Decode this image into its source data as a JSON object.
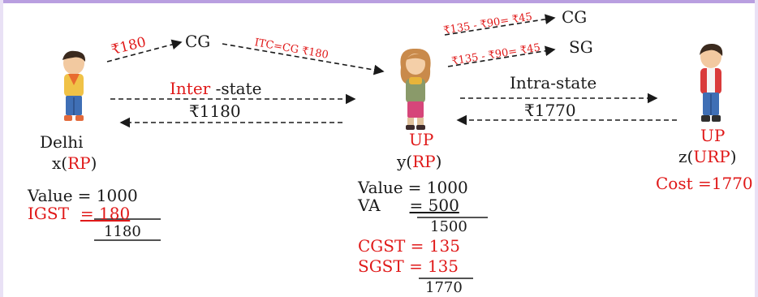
{
  "colors": {
    "accent_red": "#e01919",
    "frame": "#b99fe0"
  },
  "icons": {
    "person_x": "boy-figure-icon",
    "person_y": "girl-figure-icon",
    "person_z": "boy-figure-icon"
  },
  "flows": {
    "x_to_cg": "₹180",
    "cg": "CG",
    "itc_label": "ITC=CG ₹180",
    "cg_label_y": "₹135 - ₹90= ₹45",
    "sg_label_y": "₹135 - ₹90= ₹45",
    "cg_right": "CG",
    "sg_right": "SG",
    "inter_word": "Inter",
    "inter_rest": " -state",
    "inter_amount": "₹1180",
    "intra_label": "Intra-state",
    "intra_amount": "₹1770"
  },
  "x": {
    "place": "Delhi",
    "id_prefix": "x(",
    "id_status": "RP",
    "id_suffix": ")",
    "value_label": "Value",
    "value": "= 1000",
    "igst_label": "IGST",
    "igst": "= 180",
    "total": "1180"
  },
  "y": {
    "place": "UP",
    "id_prefix": "y(",
    "id_status": "RP",
    "id_suffix": ")",
    "value_label": "Value",
    "value": "= 1000",
    "va_label": "VA",
    "va": "= 500",
    "subtotal": "1500",
    "cgst": "CGST = 135",
    "sgst_label": "SGST =",
    "sgst": "135",
    "total": "1770"
  },
  "z": {
    "place": "UP",
    "id_prefix": "z(",
    "id_status": "URP",
    "id_suffix": ")",
    "cost": "Cost =1770"
  }
}
